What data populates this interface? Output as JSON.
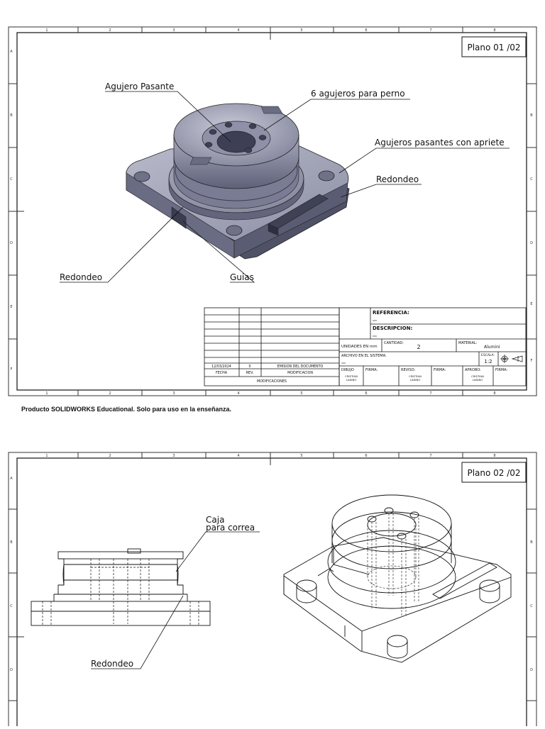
{
  "sheet1": {
    "plano": "Plano 01 /02",
    "col_labels": [
      "1",
      "2",
      "3",
      "4",
      "5",
      "6",
      "7",
      "8"
    ],
    "row_labels": [
      "A",
      "B",
      "C",
      "D",
      "E",
      "F"
    ],
    "callouts": {
      "agujero_pasante": "Agujero Pasante",
      "agujeros_perno": "6 agujeros para perno",
      "agujeros_apriete": "Agujeros pasantes con apriete",
      "redondeo_right": "Redondeo",
      "redondeo_left": "Redondeo",
      "guias": "Guias"
    },
    "title_block": {
      "rev_date": "12/03/2024",
      "rev_num": "0",
      "rev_desc": "EMISION DEL DOCUMENTO",
      "hdr_fecha": "FECHA",
      "hdr_rev": "REV.",
      "hdr_mod": "MODIFICACION",
      "modificaciones": "MODIFICACIONES",
      "referencia": "REFERENCIA:",
      "descripcion": "DESCRIPCION:",
      "unidades": "UNIDADES EN mm",
      "cantidad_label": "CANTIDAD:",
      "cantidad_value": "2",
      "material_label": "MATERIAL:",
      "material_value": "Alumini",
      "archivo": "ARCHIVO EN EL SISTEMA:",
      "escala_label": "ESCALA:",
      "escala_value": "1:2",
      "dibujo": "DIBUJO",
      "firma": "FIRMA:",
      "reviso": "REVISO:",
      "aprobo": "APROBO:",
      "person_line1": "CRISTIAN",
      "person_line2": "LADINO"
    }
  },
  "edu_notice": "Producto SOLIDWORKS Educational. Solo para uso en la enseñanza.",
  "sheet2": {
    "plano": "Plano 02 /02",
    "callouts": {
      "caja_line1": "Caja",
      "caja_line2": "para correa",
      "redondeo": "Redondeo"
    }
  }
}
